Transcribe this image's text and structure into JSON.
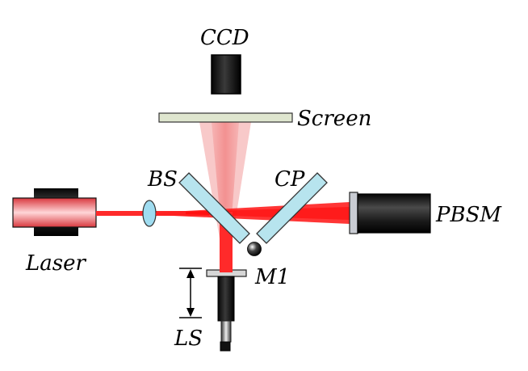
{
  "labels": {
    "ccd": "CCD",
    "screen": "Screen",
    "bs": "BS",
    "cp": "CP",
    "laser": "Laser",
    "pbsm": "PBSM",
    "m1": "M1",
    "ls": "LS"
  },
  "colors": {
    "laser_beam": "#ff1a1a",
    "beam_cone": "#f08a8a",
    "glass": "#b7e4ee",
    "screen": "#dfe6cf",
    "lens": "#9fdcf0",
    "device_dark": "#111111"
  }
}
